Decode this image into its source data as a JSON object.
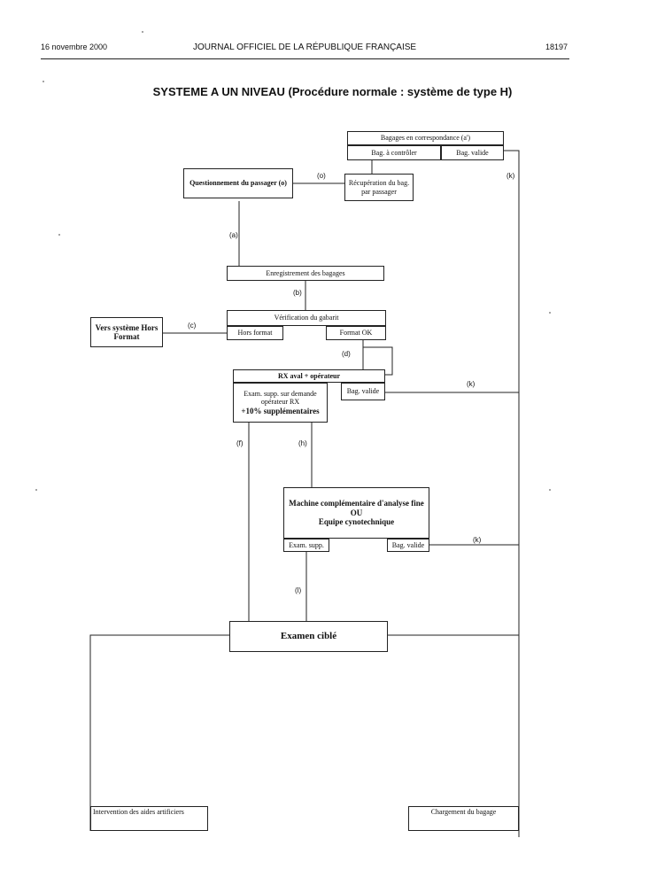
{
  "header": {
    "date": "16 novembre 2000",
    "journal": "JOURNAL OFFICIEL DE LA RÉPUBLIQUE FRANÇAISE",
    "page_number": "18197"
  },
  "title": "SYSTEME A UN NIVEAU (Procédure normale : système de type H)",
  "nodes": {
    "bagages_correspondance": "Bagages en correspondance (a')",
    "bag_a_controler": "Bag. à contrôler",
    "bag_valide_top": "Bag. valide",
    "questionnement": "Questionnement du passager (o)",
    "recuperation": "Récupération du bag. par passager",
    "enregistrement": "Enregistrement des bagages",
    "verification": "Vérification du gabarit",
    "hors_format": "Hors format",
    "format_ok": "Format OK",
    "vers_systeme": "Vers système Hors Format",
    "rx_aval": "RX aval + opérateur",
    "exam_supp_demande": "Exam. supp. sur demande opérateur RX",
    "plus_10": "+10% supplémentaires",
    "bag_valide_rx": "Bag. valide",
    "machine_line1": "Machine complémentaire d'analyse fine",
    "machine_ou": "OU",
    "machine_line3": "Equipe cynotechnique",
    "exam_supp_machine": "Exam. supp.",
    "bag_valide_machine": "Bag. valide",
    "examen_cible": "Examen ciblé",
    "intervention": "Intervention des aides artificiers",
    "chargement": "Chargement du bagage"
  },
  "edge_labels": {
    "o": "(o)",
    "a": "(a)",
    "b": "(b)",
    "c": "(c)",
    "d": "(d)",
    "k_top": "(k)",
    "k_mid": "(k)",
    "k_low": "(k)",
    "f": "(f)",
    "h": "(h)",
    "l": "(l)"
  }
}
